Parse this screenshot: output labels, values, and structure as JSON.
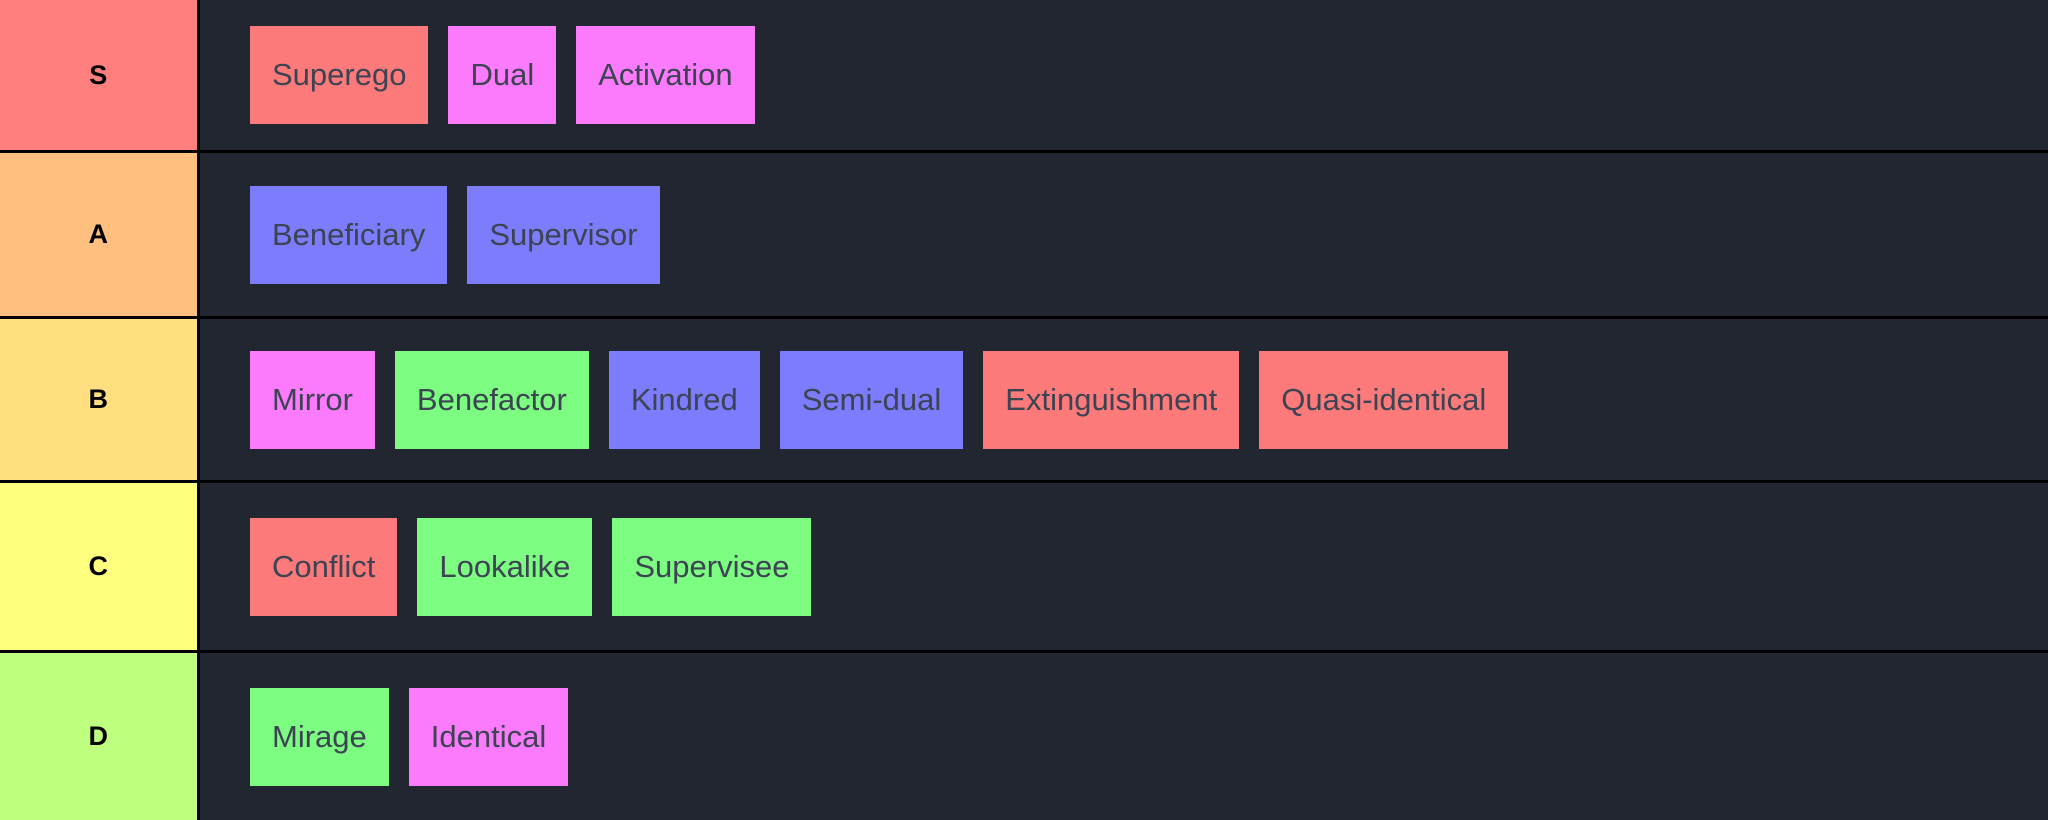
{
  "board": {
    "background_color": "#212630",
    "divider_color": "#000000",
    "item_text_color": "#3c4352",
    "label_text_color": "#000000"
  },
  "palette": {
    "red": "#fc7a7a",
    "magenta": "#fc7afc",
    "blue": "#7c7cfc",
    "green": "#7cfc80"
  },
  "tiers": [
    {
      "label": "S",
      "label_color": "#ff7f7f",
      "items": [
        {
          "label": "Superego",
          "color": "#fc7a7a"
        },
        {
          "label": "Dual",
          "color": "#fc7afc"
        },
        {
          "label": "Activation",
          "color": "#fc7afc"
        }
      ]
    },
    {
      "label": "A",
      "label_color": "#ffbf7f",
      "items": [
        {
          "label": "Beneficiary",
          "color": "#7c7cfc"
        },
        {
          "label": "Supervisor",
          "color": "#7c7cfc"
        }
      ]
    },
    {
      "label": "B",
      "label_color": "#ffdf7f",
      "items": [
        {
          "label": "Mirror",
          "color": "#fc7afc"
        },
        {
          "label": "Benefactor",
          "color": "#7cfc80"
        },
        {
          "label": "Kindred",
          "color": "#7c7cfc"
        },
        {
          "label": "Semi-dual",
          "color": "#7c7cfc"
        },
        {
          "label": "Extinguishment",
          "color": "#fc7a7a"
        },
        {
          "label": "Quasi-identical",
          "color": "#fc7a7a"
        }
      ]
    },
    {
      "label": "C",
      "label_color": "#ffff7f",
      "items": [
        {
          "label": "Conflict",
          "color": "#fc7a7a"
        },
        {
          "label": "Lookalike",
          "color": "#7cfc80"
        },
        {
          "label": "Supervisee",
          "color": "#7cfc80"
        }
      ]
    },
    {
      "label": "D",
      "label_color": "#bfff7f",
      "items": [
        {
          "label": "Mirage",
          "color": "#7cfc80"
        },
        {
          "label": "Identical",
          "color": "#fc7afc"
        }
      ]
    }
  ]
}
